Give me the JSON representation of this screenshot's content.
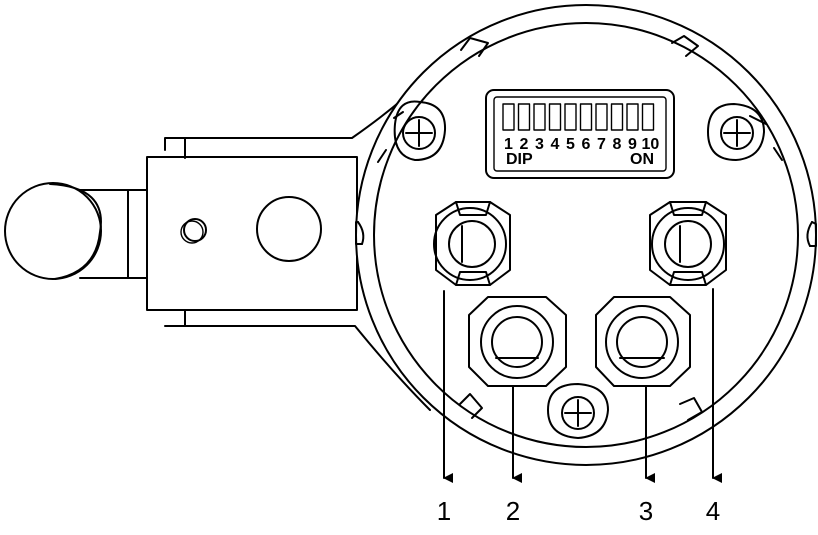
{
  "dip_switch": {
    "numbers": [
      "1",
      "2",
      "3",
      "4",
      "5",
      "6",
      "7",
      "8",
      "9",
      "10"
    ],
    "left_label": "DIP",
    "right_label": "ON"
  },
  "callouts": [
    {
      "label": "1"
    },
    {
      "label": "2"
    },
    {
      "label": "3"
    },
    {
      "label": "4"
    }
  ]
}
